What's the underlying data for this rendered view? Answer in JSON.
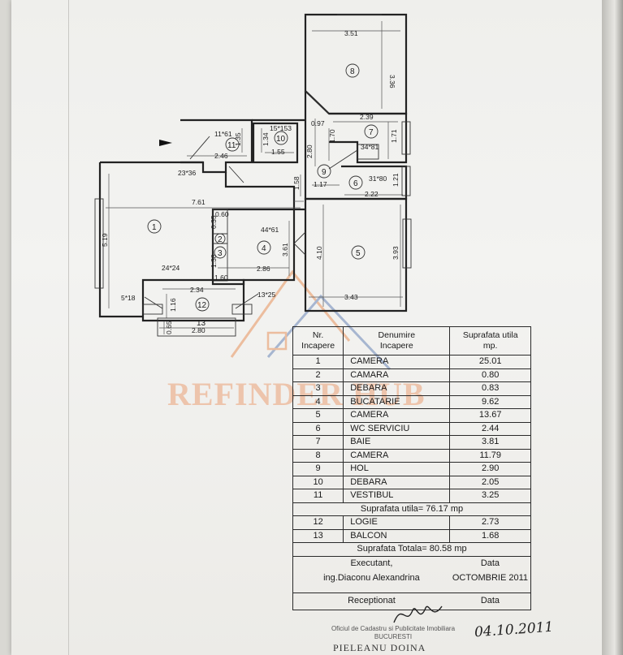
{
  "plan": {
    "rooms": [
      "1",
      "2",
      "3",
      "4",
      "5",
      "6",
      "7",
      "8",
      "9",
      "10",
      "11",
      "12",
      "13"
    ],
    "dimensions": {
      "r8_w": "3.51",
      "r8_h": "3.36",
      "r7_w": "2.39",
      "r7_h": "1.70",
      "r7_side": "1.71",
      "hall_w": "0.97",
      "hall_h": "2.80",
      "r9_w": "1.17",
      "r9_h": "1.58",
      "r6_w": "2.22",
      "r6_side": "1.21",
      "r6_label": "31*80",
      "r7_lvl": "34*81",
      "r11_lbl": "11*61",
      "r11_w": "2.46",
      "r11_h": "1.35",
      "r10_lbl": "15*153",
      "r10_w": "1.55",
      "r10_h": "1.34",
      "r1_lvl": "23*36",
      "r1_w": "7.61",
      "r1_h": "5.19",
      "r2_w": "0.60",
      "r2_h": "0.35",
      "r3_h": "1.38",
      "r3_w": "1.60",
      "r4_lvl": "44*61",
      "r4_w": "2.86",
      "r4_h": "3.61",
      "r5_w": "3.43",
      "r5_h": "4.10",
      "r5_h2": "3.93",
      "r1_lvl2": "24*24",
      "r12_w": "2.34",
      "r12_h": "1.16",
      "lvl_a": "5*18",
      "lvl_b": "13*25",
      "r13_h": "0.65",
      "r13_w": "2.80"
    }
  },
  "watermark": {
    "text": "REFINDER HUB"
  },
  "table": {
    "headers": {
      "nr": [
        "Nr.",
        "Incapere"
      ],
      "name": [
        "Denumire",
        "Incapere"
      ],
      "area": [
        "Suprafata utila",
        "mp."
      ]
    },
    "rows": [
      {
        "nr": "1",
        "name": "CAMERA",
        "area": "25.01"
      },
      {
        "nr": "2",
        "name": "CAMARA",
        "area": "0.80"
      },
      {
        "nr": "3",
        "name": "DEBARA",
        "area": "0.83"
      },
      {
        "nr": "4",
        "name": "BUCATARIE",
        "area": "9.62"
      },
      {
        "nr": "5",
        "name": "CAMERA",
        "area": "13.67"
      },
      {
        "nr": "6",
        "name": "WC SERVICIU",
        "area": "2.44"
      },
      {
        "nr": "7",
        "name": "BAIE",
        "area": "3.81"
      },
      {
        "nr": "8",
        "name": "CAMERA",
        "area": "11.79"
      },
      {
        "nr": "9",
        "name": "HOL",
        "area": "2.90"
      },
      {
        "nr": "10",
        "name": "DEBARA",
        "area": "2.05"
      },
      {
        "nr": "11",
        "name": "VESTIBUL",
        "area": "3.25"
      }
    ],
    "useful_total": "Suprafata utila= 76.17 mp",
    "extra_rows": [
      {
        "nr": "12",
        "name": "LOGIE",
        "area": "2.73"
      },
      {
        "nr": "13",
        "name": "BALCON",
        "area": "1.68"
      }
    ],
    "grand_total": "Suprafata Totala= 80.58 mp",
    "executant_label": "Executant,",
    "executant_name": "ing.Diaconu Alexandrina",
    "data_label": "Data",
    "data_value": "OCTOMBRIE 2011",
    "receptionat_label": "Receptionat",
    "data_label2": "Data"
  },
  "handwritten_date": "04.10.2011",
  "stamp": {
    "line1": "Oficiul de Cadastru si Publicitate Imobiliara",
    "line2": "BUCURESTI"
  },
  "bottom_name": "PIELEANU DOINA"
}
